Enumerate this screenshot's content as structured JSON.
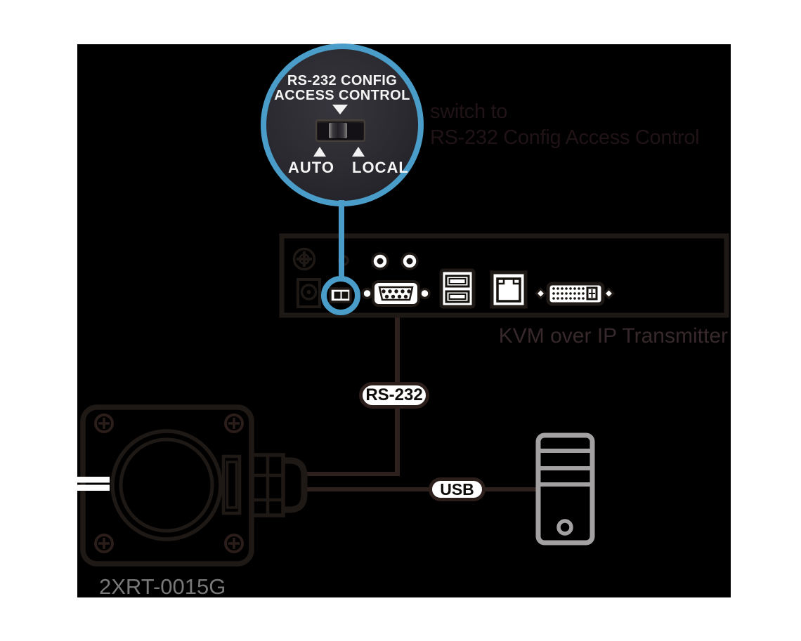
{
  "colors": {
    "accent_blue": "#4A9DC8",
    "panel_line_dark": "#1F1916",
    "cable_brown": "#2E211D",
    "tower_gray": "#A4A1A2",
    "model_label_gray": "#787878",
    "device_label_dark": "#37292B",
    "annotation_dark": "#201315",
    "canvas_black": "#000000"
  },
  "callout": {
    "title_line1": "RS-232 CONFIG",
    "title_line2": "ACCESS CONTROL",
    "left_position": "AUTO",
    "right_position": "LOCAL"
  },
  "annotation": {
    "line1": "switch to",
    "line2": "RS-232 Config Access Control"
  },
  "transmitter": {
    "label": "KVM over IP Transmitter",
    "ports": [
      "grounding-terminal",
      "dc-power-jack",
      "rs232-config-switch",
      "audio-jack-1",
      "audio-jack-2",
      "serial-db9-port",
      "usb-ports",
      "ethernet-port",
      "dvi-port"
    ]
  },
  "cables": {
    "rs232_label": "RS-232",
    "usb_label": "USB"
  },
  "camera": {
    "model_label": "2XRT-0015G"
  }
}
